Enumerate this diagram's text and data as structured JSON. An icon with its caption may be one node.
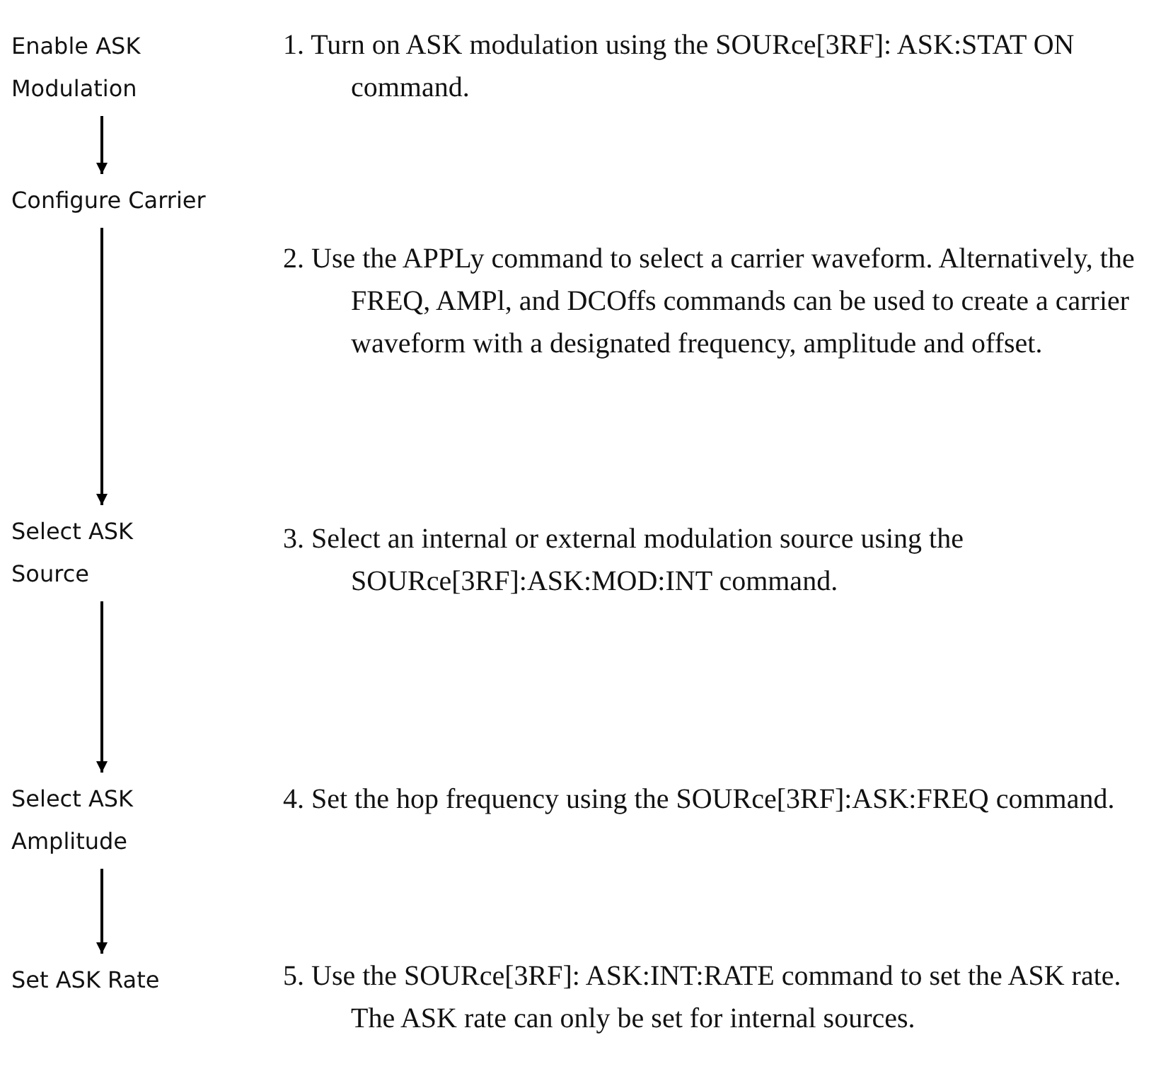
{
  "diagram": {
    "nodes": [
      {
        "text": [
          "Enable ASK Modulation"
        ]
      },
      {
        "text": [
          "Configure Carrier"
        ]
      },
      {
        "text": [
          "Select ASK Source"
        ]
      },
      {
        "text": [
          "Select ASK Amplitude"
        ]
      },
      {
        "text": [
          "Set ASK Rate"
        ]
      }
    ],
    "edges": [
      {
        "from": 0,
        "to": 1,
        "arrow": "to"
      },
      {
        "from": 1,
        "to": 2,
        "arrow": "to"
      },
      {
        "from": 2,
        "to": 3,
        "arrow": "to"
      },
      {
        "from": 3,
        "to": 4,
        "arrow": "to"
      }
    ],
    "labels": [
      "1. Turn on ASK modulation using the SOURce[3RF]: ASK:STAT ON command.",
      "2. Use the APPLy command to select a carrier waveform. Alternatively, the FREQ, AMPl, and DCOffs commands can be used to create a carrier waveform with a designated frequency, amplitude and offset.",
      "3. Select an internal or external modulation source using the SOURce[3RF]:ASK:MOD:INT command.",
      "4. Set the hop frequency using the SOURce[3RF]:ASK:FREQ command.",
      "5. Use the SOURce[3RF]: ASK:INT:RATE command to set the ASK rate. The ASK rate can only be set for internal sources."
    ]
  }
}
